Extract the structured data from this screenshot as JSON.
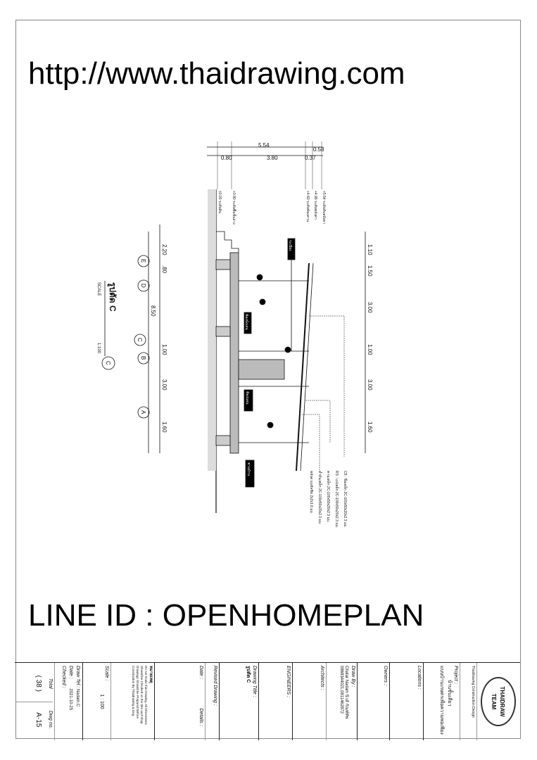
{
  "title_block": {
    "logo_text": "THAIDRAW TEAM",
    "company": "Thaidrawing Construction Design",
    "project_label": "Project :",
    "project_name": "บ้านชั้นเดียว",
    "project_sub": "แบบบ้านเกษตรเพื่อความพอเพียง",
    "locations_label": "Locations :",
    "owners_label": "Owners :",
    "draw_by_label": "Draw By :",
    "draw_by_name": "Chatar Nadam นิวส์ กัณฑ์ทิพ",
    "phone": "0868344021,0811462872",
    "architects_label": "Architects :",
    "engineers_label": "ENGINEERS :",
    "drawing_title_label": "Drawing Title :",
    "drawing_title": "รูปตัด C",
    "revised_label": "Revised Drawing :",
    "date_label": "Date :",
    "details_label": "Details :",
    "note_heading": "หมายเหตุ",
    "notes": [
      "Do not Scale this Drawing. All Dimensions",
      "Should be Checked on the Site and Shop",
      "Drawings Should Be Prepared Before",
      "Construction By Thaidrawing & Eng"
    ],
    "scale_label": "Scale :",
    "scale_value": "1 : 100",
    "draw_tel_label": "Draw Tel :",
    "draw_tel_value": "Nadam.C",
    "date_value": "2021-10-25",
    "checked_label": "Checked :",
    "total_label": "Total",
    "total_value": "( 38 )",
    "dwg_label": "Dwg no.",
    "dwg_value": "A-15"
  },
  "drawing": {
    "title": "รูปตัด C",
    "scale_label": "SCALE",
    "scale": "1:100",
    "section_mark": "C",
    "grids": [
      "E",
      "D",
      "C",
      "B",
      "A"
    ],
    "dims_top": [
      "5.54",
      "0.80",
      "3.80",
      "0.37",
      "0.58"
    ],
    "levels": [
      "±0.00 ระดับดิน",
      "+0.80 ระดับพื้นชั้นล่าง",
      "+4.60 ระดับท้องคาน",
      "+4.96 ระดับหลังคา",
      "+5.54 ระดับสันหลังคา"
    ],
    "dims_upper": [
      "1.10",
      "1.50",
      "3.00",
      "1.00",
      "3.00",
      "1.60"
    ],
    "dims_lower": [
      "2.20",
      ".80",
      "1.00",
      "3.00",
      "1.60"
    ],
    "dim_total": "8.50",
    "room_labels": [
      "ระเบียง",
      "ห้องนั่งเล่น",
      "ห้องนอน",
      "ชานบ้าน"
    ],
    "notes": [
      "C5 : ขื่อเหล็ก 2C-100x50x20x2.3 มม.",
      "RS : แปเหล็ก 2C-100x50x20x2.3 มม.",
      "คานเหล็ก 2C-100x50x20x2.3 มม.",
      "ค้ำยันเหล็ก 2C-100x50x20x2.3 มม.",
      "หลังคาเมทัลชีท 2x2x1.6 มม."
    ]
  },
  "watermark": [
    "http://www.thaidrawing.com",
    "LINE ID : OPENHOMEPLAN"
  ]
}
